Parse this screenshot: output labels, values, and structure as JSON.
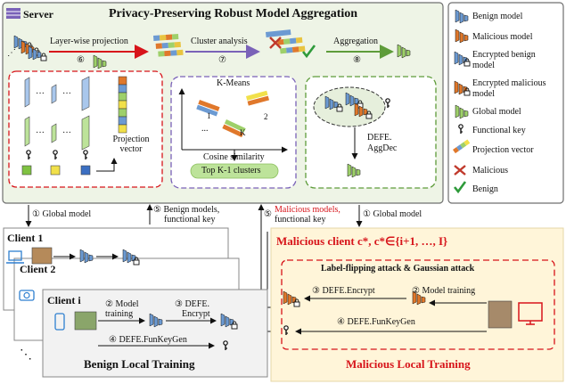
{
  "server": {
    "label": "Server",
    "title": "Privacy-Preserving Robust Model Aggregation",
    "steps": {
      "layerwise": "Layer-wise projection",
      "cluster": "Cluster analysis",
      "aggregation": "Aggregation",
      "n6": "⑥",
      "n7": "⑦",
      "n8": "⑧"
    },
    "projection_vector_label": "Projection vector",
    "kmeans_label": "K-Means",
    "cluster_ids": [
      "1",
      "2",
      "K"
    ],
    "ellipsis": "...",
    "cosine_label": "Cosine similarity",
    "topk_label": "Top K-1 clusters",
    "defe_aggdec": [
      "DEFE.",
      "AggDec"
    ]
  },
  "legend": {
    "items": [
      "Benign model",
      "Malicious model",
      "Encrypted benign model",
      "Encrypted malicious model",
      "Global model",
      "Functional key",
      "Projection vector",
      "Malicious",
      "Benign"
    ]
  },
  "flows": {
    "global_model_left": "① Global model",
    "benign_upload": [
      "⑤ Benign models,",
      "functional key"
    ],
    "malicious_upload_num": "⑤",
    "malicious_upload_red": "Malicious models,",
    "malicious_upload_key": "functional key",
    "global_model_right": "① Global model"
  },
  "clients": {
    "c1": "Client 1",
    "c2": "Client 2",
    "ci": "Client i",
    "model_training": [
      "② Model",
      "training"
    ],
    "defe_encrypt": [
      "③ DEFE.",
      "Encrypt"
    ],
    "funkeygen": "④ DEFE.FunKeyGen",
    "benign_local": "Benign Local Training",
    "dots": "⋱"
  },
  "malicious": {
    "title": "Malicious client c*, c*∈{i+1, …, I}",
    "attack": "Label-flipping attack & Gaussian attack",
    "encrypt": "③ DEFE.Encrypt",
    "training": "② Model training",
    "funkeygen": "④ DEFE.FunKeyGen",
    "footer": "Malicious Local Training"
  },
  "colors": {
    "server_bg": "#eef4e6",
    "server_border": "#6f6f6f",
    "malicious_bg": "#fff5d9",
    "red": "#d7141a",
    "purple": "#7a62b8",
    "green": "#5e9c3a",
    "benign_blue": "#6c9ad2",
    "malicious_orange": "#e0782b",
    "global_green": "#9ed06a"
  }
}
